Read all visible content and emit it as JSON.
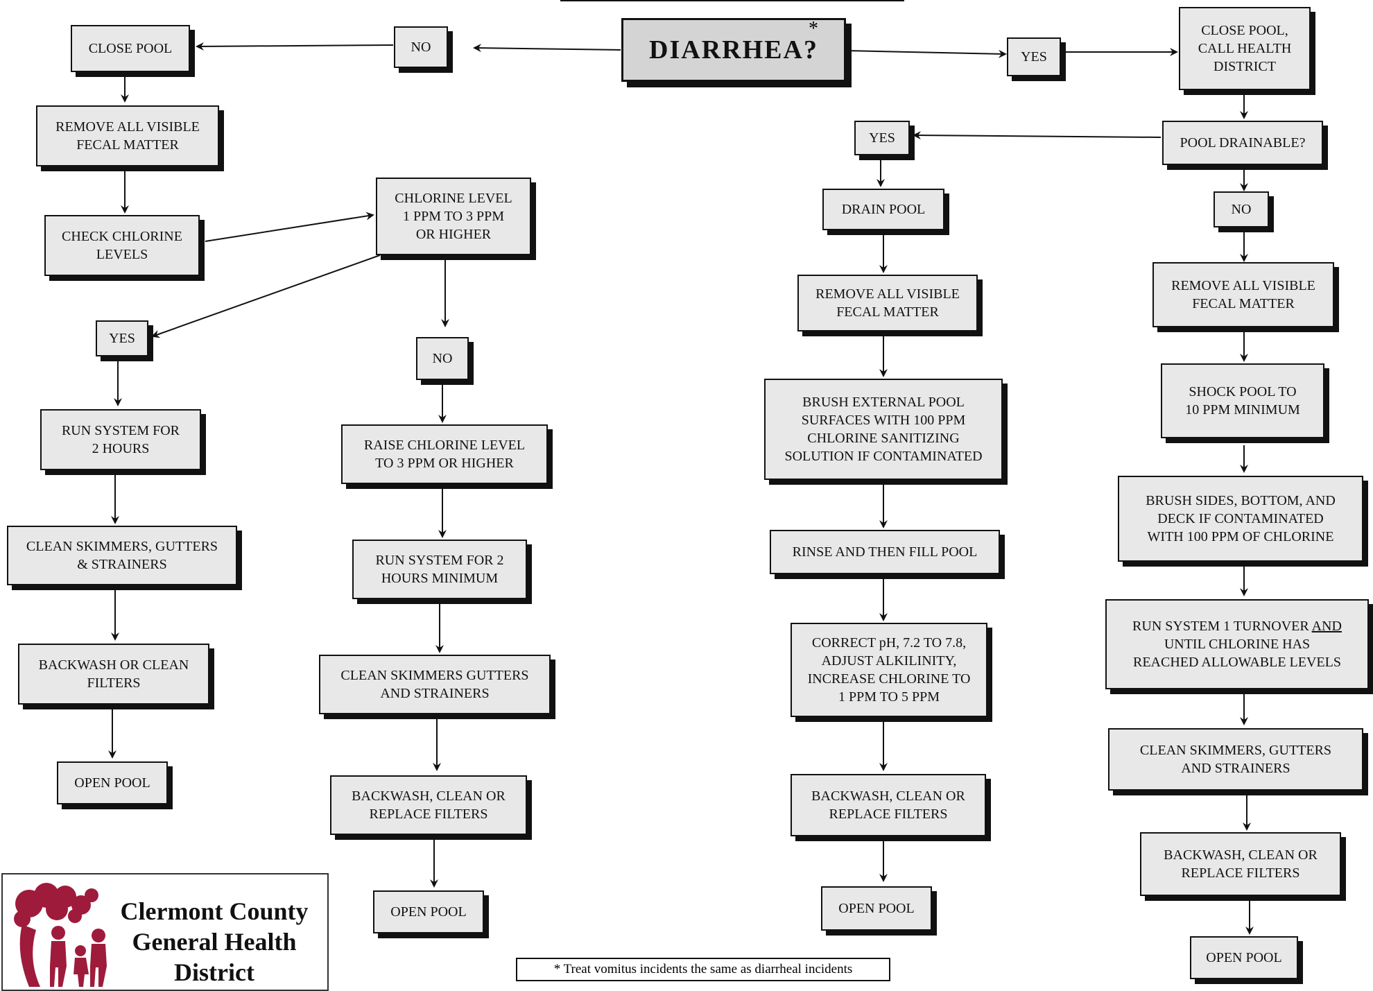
{
  "title": "DIARRHEA?",
  "title_marker": "*",
  "footnote": "* Treat vomitus  incidents the same as diarrheal incidents",
  "logo": {
    "line1": "Clermont County",
    "line2": "General Health",
    "line3": "District",
    "color": "#9e1b3c"
  },
  "nodes": {
    "no_top": "NO",
    "yes_top": "YES",
    "close_pool": "CLOSE POOL",
    "close_call": "CLOSE POOL,\nCALL HEALTH\nDISTRICT",
    "remove_fecal_1": "REMOVE ALL VISIBLE\nFECAL MATTER",
    "check_chlorine": "CHECK CHLORINE\nLEVELS",
    "chlorine_level": "CHLORINE LEVEL\n1 PPM TO 3 PPM\nOR HIGHER",
    "yes_chlorine": "YES",
    "no_chlorine": "NO",
    "run_2h": "RUN SYSTEM FOR\n2 HOURS",
    "clean_skimmers_1": "CLEAN SKIMMERS, GUTTERS\n& STRAINERS",
    "backwash_1": "BACKWASH OR CLEAN\nFILTERS",
    "open_pool_1": "OPEN POOL",
    "raise_chlorine": "RAISE CHLORINE LEVEL\nTO 3 PPM OR HIGHER",
    "run_2h_min": "RUN SYSTEM FOR 2\nHOURS MINIMUM",
    "clean_skimmers_2": "CLEAN SKIMMERS GUTTERS\nAND STRAINERS",
    "backwash_2": "BACKWASH, CLEAN OR\nREPLACE FILTERS",
    "open_pool_2": "OPEN POOL",
    "pool_drainable": "POOL DRAINABLE?",
    "yes_drain": "YES",
    "no_drain": "NO",
    "drain_pool": "DRAIN  POOL",
    "remove_fecal_3": "REMOVE ALL VISIBLE\nFECAL MATTER",
    "brush_external": "BRUSH EXTERNAL POOL\nSURFACES WITH 100 PPM\nCHLORINE SANITIZING\nSOLUTION IF CONTAMINATED",
    "rinse_fill": "RINSE  AND THEN FILL POOL",
    "correct_ph": "CORRECT pH, 7.2 TO 7.8,\nADJUST ALKILINITY,\nINCREASE CHLORINE TO\n1 PPM TO 5 PPM",
    "backwash_3": "BACKWASH, CLEAN OR\nREPLACE FILTERS",
    "open_pool_3": "OPEN POOL",
    "remove_fecal_4": "REMOVE ALL VISIBLE\nFECAL MATTER",
    "shock_pool": "SHOCK POOL TO\n10 PPM MINIMUM",
    "brush_sides": "BRUSH SIDES, BOTTOM, AND\nDECK IF CONTAMINATED\nWITH 100 PPM OF CHLORINE",
    "run_turnover_a": "RUN SYSTEM 1 TURNOVER ",
    "run_turnover_and": "AND",
    "run_turnover_b": "\nUNTIL CHLORINE HAS\nREACHED ALLOWABLE LEVELS",
    "clean_skimmers_4": "CLEAN SKIMMERS, GUTTERS\nAND STRAINERS",
    "backwash_4": "BACKWASH, CLEAN OR\nREPLACE FILTERS",
    "open_pool_4": "OPEN POOL"
  }
}
